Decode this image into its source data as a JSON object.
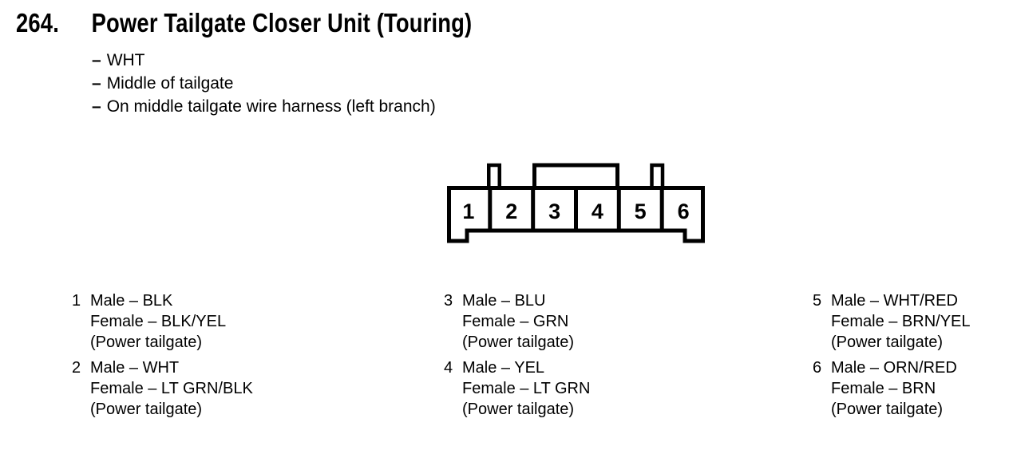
{
  "page": {
    "number": "264.",
    "title": "Power Tailgate Closer Unit (Touring)",
    "bullet_char": "–",
    "notes": [
      "WHT",
      "Middle of tailgate",
      "On middle tailgate wire harness (left branch)"
    ]
  },
  "connector": {
    "pin_numbers": [
      "1",
      "2",
      "3",
      "4",
      "5",
      "6"
    ]
  },
  "pin_details": [
    {
      "pin": "1",
      "male": "Male – BLK",
      "female": "Female – BLK/YEL",
      "location": "(Power tailgate)"
    },
    {
      "pin": "2",
      "male": "Male – WHT",
      "female": "Female – LT GRN/BLK",
      "location": "(Power tailgate)"
    },
    {
      "pin": "3",
      "male": "Male – BLU",
      "female": "Female – GRN",
      "location": "(Power tailgate)"
    },
    {
      "pin": "4",
      "male": "Male – YEL",
      "female": "Female – LT GRN",
      "location": "(Power tailgate)"
    },
    {
      "pin": "5",
      "male": "Male – WHT/RED",
      "female": "Female – BRN/YEL",
      "location": "(Power tailgate)"
    },
    {
      "pin": "6",
      "male": "Male – ORN/RED",
      "female": "Female – BRN",
      "location": "(Power tailgate)"
    }
  ],
  "colors": {
    "ink": "#000000",
    "paper": "#ffffff"
  }
}
